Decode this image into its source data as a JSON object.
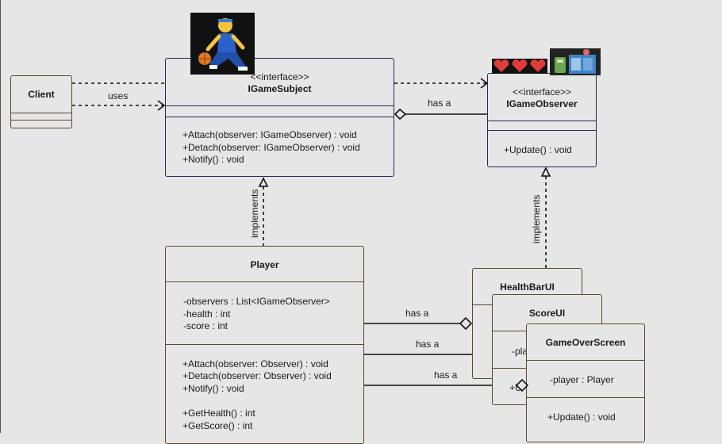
{
  "client": {
    "name": "Client"
  },
  "subject": {
    "stereotype": "<<interface>>",
    "name": "IGameSubject",
    "methods": [
      "+Attach(observer: IGameObserver) : void",
      "+Detach(observer: IGameObserver) : void",
      "+Notify() : void"
    ]
  },
  "observer": {
    "stereotype": "<<interface>>",
    "name": "IGameObserver",
    "methods": [
      "+Update() : void"
    ]
  },
  "player": {
    "name": "Player",
    "attributes": [
      "-observers : List<IGameObserver>",
      "-health : int",
      "-score : int"
    ],
    "methods": [
      "+Attach(observer: Observer) : void",
      "+Detach(observer: Observer) : void",
      "+Notify() : void",
      "+GetHealth() : int",
      "+GetScore() : int"
    ]
  },
  "healthbar": {
    "name": "HealthBarUI"
  },
  "scoreui": {
    "name": "ScoreUI",
    "partial_attr": "-pla",
    "partial_method": "+U"
  },
  "gameover": {
    "name": "GameOverScreen",
    "attributes": [
      "-player : Player"
    ],
    "methods": [
      "+Update() : void"
    ]
  },
  "labels": {
    "uses": "uses",
    "has_a_top": "has a",
    "implements_left": "implements",
    "implements_right": "implements",
    "has_a_1": "has a",
    "has_a_2": "has a",
    "has_a_3": "has a"
  },
  "icons": {
    "player_icon": "person-bouncing-ball-icon",
    "hearts_icon": "hearts-icon",
    "ui_icon": "game-ui-icon"
  }
}
